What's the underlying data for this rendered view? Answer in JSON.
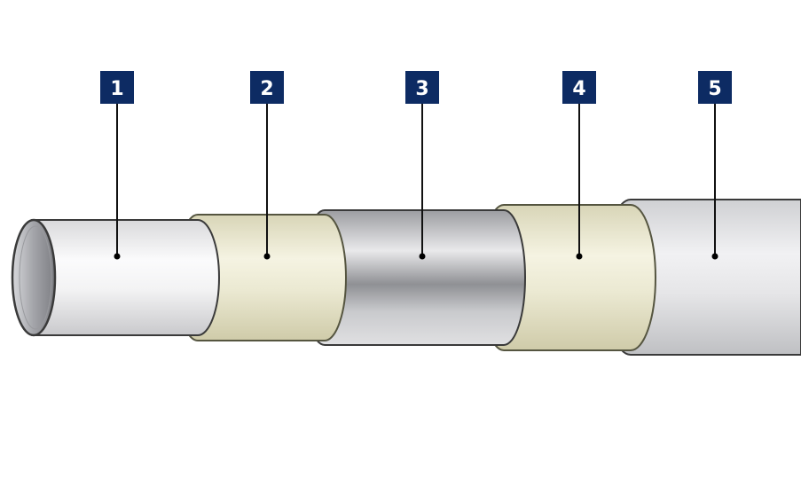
{
  "diagram": {
    "layers": [
      {
        "label": "1"
      },
      {
        "label": "2"
      },
      {
        "label": "3"
      },
      {
        "label": "4"
      },
      {
        "label": "5"
      }
    ]
  },
  "colors": {
    "label_box": "#0d2b63",
    "label_text": "#ffffff",
    "outline": "#3a3a3a",
    "leader_line": "#111111",
    "inner_pipe": "#e9e9ea",
    "adhesive": "#e3e0c4",
    "aluminium": "#b7b8bb",
    "outer_pipe": "#dcdcdf"
  }
}
